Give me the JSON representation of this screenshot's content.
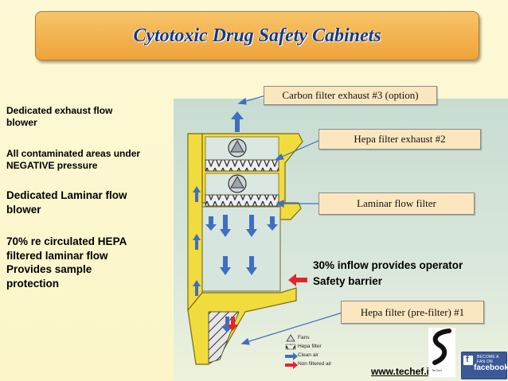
{
  "title": "Cytotoxic Drug Safety Cabinets",
  "notes": [
    {
      "lines": [
        "Dedicated exhaust flow",
        "blower"
      ]
    },
    {
      "lines": [
        "All contaminated areas under",
        "NEGATIVE pressure"
      ]
    },
    {
      "lines": [
        "Dedicated Laminar flow",
        "blower"
      ]
    },
    {
      "lines": [
        "70% re circulated  HEPA",
        "filtered laminar flow",
        "Provides sample",
        "protection"
      ]
    }
  ],
  "callouts": {
    "carbon": "Carbon filter exhaust #3 (option)",
    "hepa_exhaust": "Hepa filter exhaust #2",
    "laminar": "Laminar flow filter",
    "prefilter": "Hepa filter (pre-filter) #1"
  },
  "inflow": [
    "30% inflow provides operator",
    "Safety barrier"
  ],
  "legend": [
    {
      "icon": "fan-icon",
      "label": "Fans"
    },
    {
      "icon": "hepa-filter-icon",
      "label": "Hepa filter"
    },
    {
      "icon": "blue-arrow-icon",
      "label": "Clean air",
      "color": "#3e6fc0"
    },
    {
      "icon": "red-arrow-icon",
      "label": "Non filtered air",
      "color": "#e0262b"
    }
  ],
  "footer": {
    "site": "www.techef.in",
    "logo_caption": "TeChef",
    "fb_small": "BECOME A FAN ON",
    "fb_name": "facebook"
  },
  "colors": {
    "cabinet": "#f1dc3e",
    "cabinet_outline": "#7a6a10",
    "clean_air": "#3e6fc0",
    "non_filtered_air": "#e0262b",
    "title": "#123a86"
  }
}
